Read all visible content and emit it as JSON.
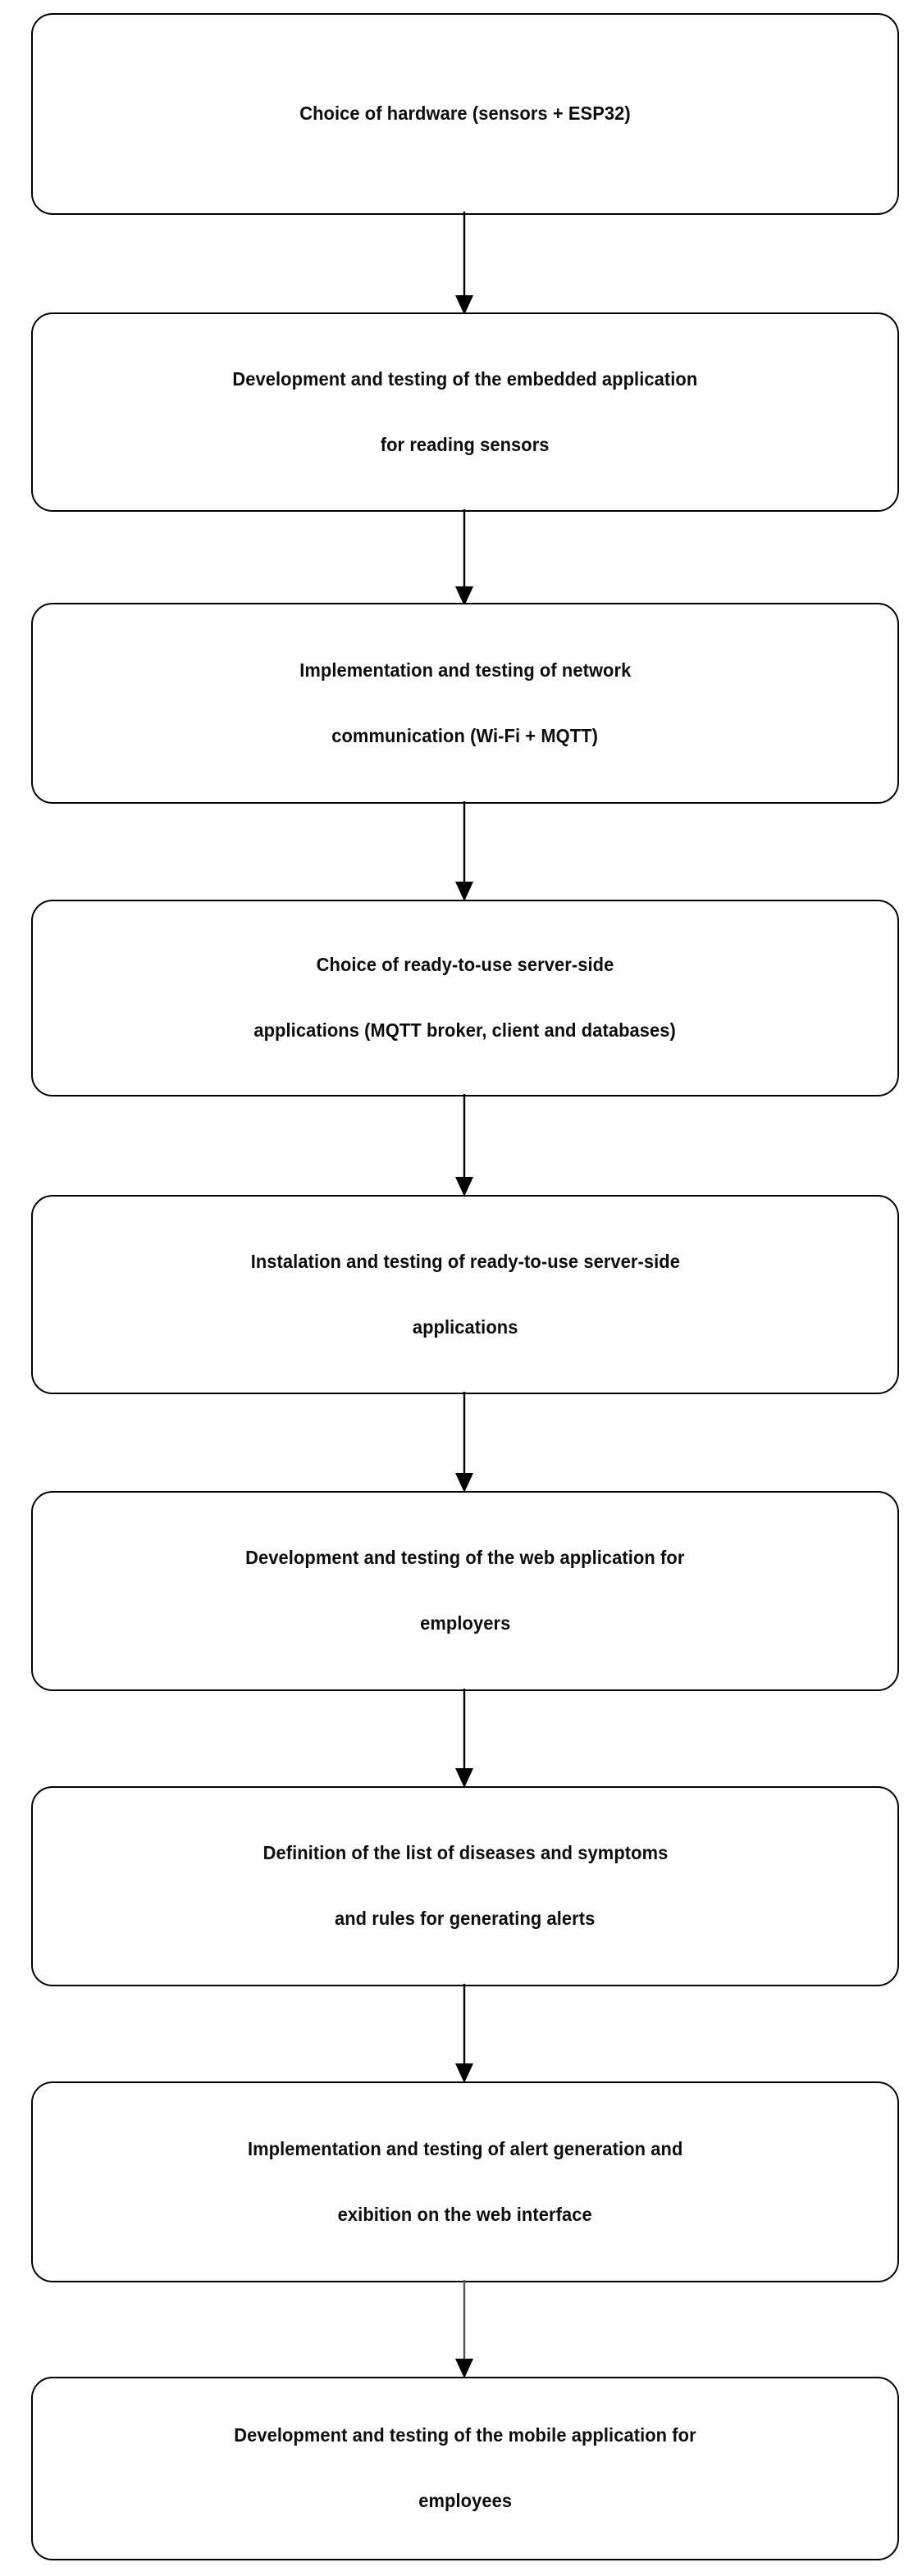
{
  "diagram": {
    "type": "flowchart",
    "orientation": "vertical-top-down",
    "background_color": "#ffffff",
    "node_border_color": "#000000",
    "node_fill_color": "#ffffff",
    "text_color": "#0d0d0d",
    "connector_color": "#000000",
    "connector_style": "straight-line-with-solid-arrowhead",
    "node_count": 9,
    "connector_count": 8
  },
  "nodes": [
    {
      "id": "node-1",
      "order": 1,
      "lines": [
        "Choice of hardware (sensors + ESP32)"
      ]
    },
    {
      "id": "node-2",
      "order": 2,
      "lines": [
        "Development and testing of the embedded application",
        "for reading sensors"
      ]
    },
    {
      "id": "node-3",
      "order": 3,
      "lines": [
        "Implementation and testing of network",
        "communication (Wi-Fi + MQTT)"
      ]
    },
    {
      "id": "node-4",
      "order": 4,
      "lines": [
        "Choice of ready-to-use server-side",
        "applications (MQTT broker, client and databases)"
      ]
    },
    {
      "id": "node-5",
      "order": 5,
      "lines": [
        "Instalation and testing of ready-to-use server-side",
        "applications"
      ]
    },
    {
      "id": "node-6",
      "order": 6,
      "lines": [
        "Development  and testing of the web application for",
        "employers"
      ]
    },
    {
      "id": "node-7",
      "order": 7,
      "lines": [
        "Definition of the list of diseases and symptoms",
        "and rules for generating alerts"
      ]
    },
    {
      "id": "node-8",
      "order": 8,
      "lines": [
        "Implementation and testing of alert generation and",
        "exibition on the web interface"
      ]
    },
    {
      "id": "node-9",
      "order": 9,
      "lines": [
        "Development  and testing of the mobile application for",
        "employees"
      ]
    }
  ],
  "connectors": [
    {
      "id": "connector-1",
      "from": "node-1",
      "to": "node-2"
    },
    {
      "id": "connector-2",
      "from": "node-2",
      "to": "node-3"
    },
    {
      "id": "connector-3",
      "from": "node-3",
      "to": "node-4"
    },
    {
      "id": "connector-4",
      "from": "node-4",
      "to": "node-5"
    },
    {
      "id": "connector-5",
      "from": "node-5",
      "to": "node-6"
    },
    {
      "id": "connector-6",
      "from": "node-6",
      "to": "node-7"
    },
    {
      "id": "connector-7",
      "from": "node-7",
      "to": "node-8"
    },
    {
      "id": "connector-8",
      "from": "node-8",
      "to": "node-9"
    }
  ]
}
